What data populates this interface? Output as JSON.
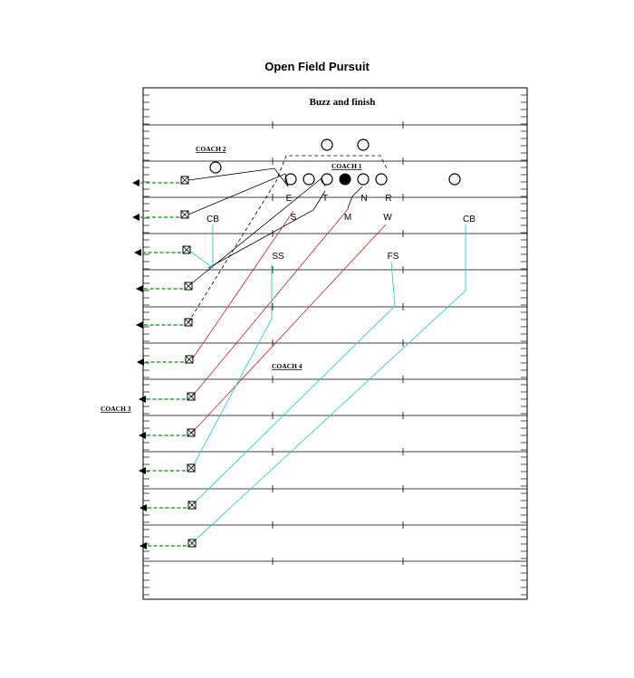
{
  "title": "Open Field Pursuit",
  "drill_name": "Buzz and finish",
  "coaches": [
    "COACH 1",
    "COACH 2",
    "COACH 3",
    "COACH 4"
  ],
  "positions": {
    "E": "E",
    "T": "T",
    "N": "N",
    "R": "R",
    "S": "S",
    "M": "M",
    "W": "W",
    "CB_left": "CB",
    "CB_right": "CB",
    "SS": "SS",
    "FS": "FS"
  },
  "colors": {
    "red_path": "#cc2222",
    "cyan_path": "#33cccc",
    "green_path": "#22aa22",
    "line": "#000000"
  }
}
